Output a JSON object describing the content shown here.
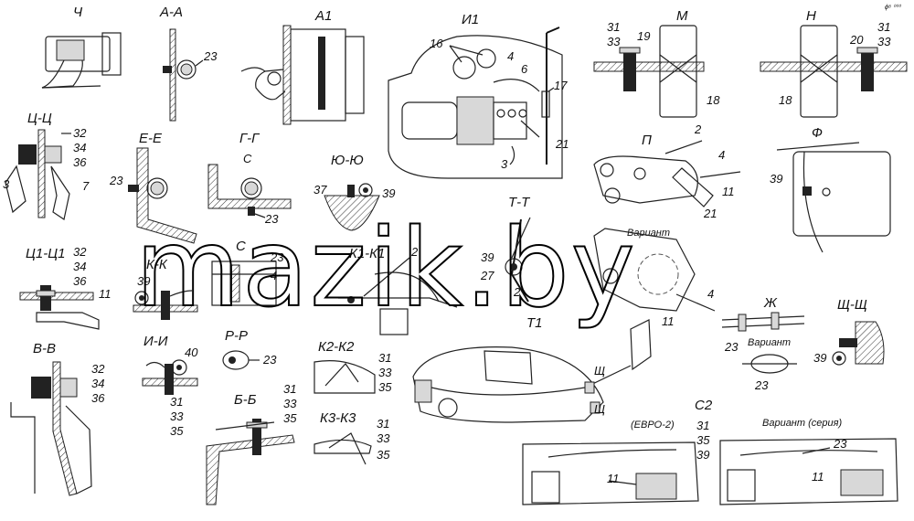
{
  "watermark": "mazik.by",
  "corner_mark": "ϕ⁸ ⁰⁰⁰",
  "views": {
    "ch": {
      "title": "Ч"
    },
    "aa": {
      "title": "А-А",
      "labels": [
        "23"
      ]
    },
    "a1": {
      "title": "А1"
    },
    "i1": {
      "title": "И1",
      "labels": [
        "16",
        "4",
        "6",
        "17",
        "21",
        "3"
      ]
    },
    "m": {
      "title": "М",
      "labels": [
        "31",
        "33",
        "19",
        "18"
      ]
    },
    "n": {
      "title": "Н",
      "labels": [
        "31",
        "33",
        "20",
        "18"
      ]
    },
    "tsts": {
      "title": "Ц-Ц",
      "labels": [
        "32",
        "34",
        "36",
        "3",
        "7"
      ]
    },
    "ee": {
      "title": "Е-Е",
      "labels": [
        "23"
      ]
    },
    "gg": {
      "title": "Г-Г",
      "labels": [
        "С",
        "23"
      ]
    },
    "yuyu": {
      "title": "Ю-Ю",
      "labels": [
        "37",
        "39"
      ]
    },
    "p": {
      "title": "П",
      "labels": [
        "2",
        "4",
        "11",
        "21",
        "Вариант",
        "4",
        "11"
      ]
    },
    "f": {
      "title": "Ф",
      "labels": [
        "39"
      ]
    },
    "ts1": {
      "title": "Ц1-Ц1",
      "labels": [
        "32",
        "34",
        "36",
        "11"
      ]
    },
    "c": {
      "title": "С",
      "labels": [
        "23",
        "4"
      ]
    },
    "kk": {
      "title": "К-К",
      "labels": [
        "39"
      ]
    },
    "k1": {
      "title": "К1-К1",
      "labels": [
        "2"
      ]
    },
    "tt": {
      "title": "Т-Т",
      "labels": [
        "39",
        "27",
        "2"
      ]
    },
    "zh": {
      "title": "Ж",
      "labels": [
        "23",
        "Вариант",
        "23"
      ]
    },
    "shsh": {
      "title": "Щ-Щ",
      "labels": [
        "39"
      ]
    },
    "vv": {
      "title": "В-В",
      "labels": [
        "32",
        "34",
        "36"
      ]
    },
    "ii": {
      "title": "И-И",
      "labels": [
        "40",
        "31",
        "33",
        "35"
      ]
    },
    "rr": {
      "title": "Р-Р",
      "labels": [
        "23"
      ]
    },
    "k2": {
      "title": "К2-К2",
      "labels": [
        "31",
        "33",
        "35"
      ]
    },
    "t1": {
      "title": "Т1",
      "labels": [
        "Щ",
        "Щ"
      ]
    },
    "bb": {
      "title": "Б-Б",
      "labels": [
        "31",
        "33",
        "35"
      ]
    },
    "k3": {
      "title": "К3-К3",
      "labels": [
        "31",
        "33",
        "35"
      ]
    },
    "c2": {
      "title": "С2",
      "euro": "(ЕВРО-2)",
      "labels": [
        "31",
        "35",
        "39",
        "11"
      ],
      "variant": "Вариант (серия)",
      "labels2": [
        "23",
        "11"
      ]
    }
  }
}
